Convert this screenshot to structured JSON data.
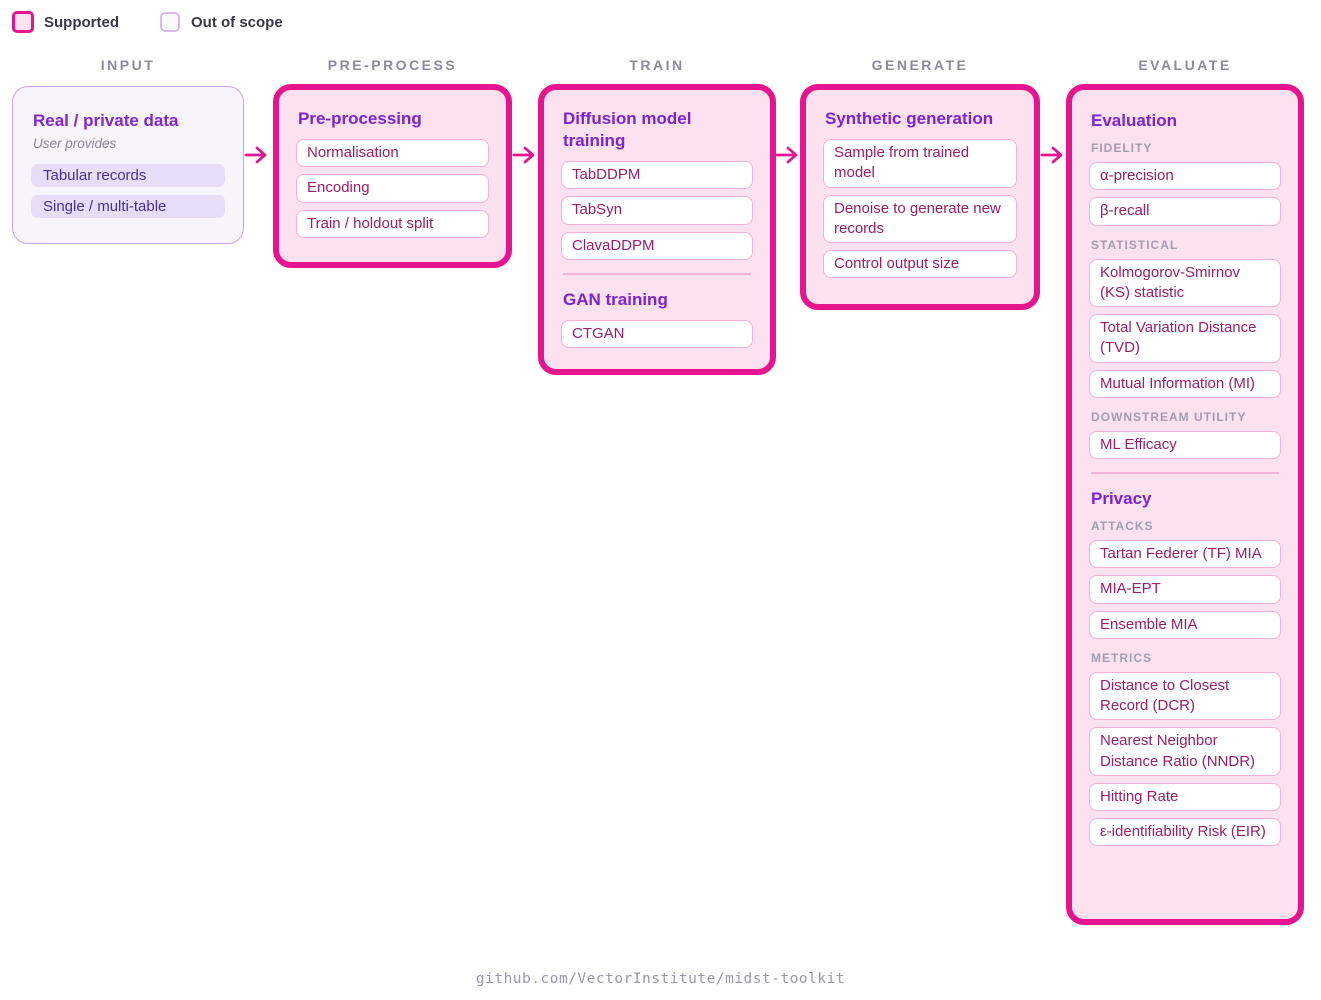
{
  "legend": {
    "supported_label": "Supported",
    "out_of_scope_label": "Out of scope"
  },
  "headers": [
    "INPUT",
    "PRE-PROCESS",
    "TRAIN",
    "GENERATE",
    "EVALUATE"
  ],
  "input_card": {
    "title": "Real / private data",
    "subtitle": "User provides",
    "chips": [
      "Tabular records",
      "Single / multi-table"
    ]
  },
  "preprocess_card": {
    "title": "Pre-processing",
    "items": [
      "Normalisation",
      "Encoding",
      "Train / holdout split"
    ]
  },
  "train_card": {
    "sections": [
      {
        "title": "Diffusion model training",
        "items": [
          "TabDDPM",
          "TabSyn",
          "ClavaDDPM"
        ]
      },
      {
        "title": "GAN training",
        "items": [
          "CTGAN"
        ]
      }
    ]
  },
  "generate_card": {
    "title": "Synthetic generation",
    "items": [
      "Sample from trained model",
      "Denoise to generate new records",
      "Control output size"
    ]
  },
  "evaluate_card": {
    "sections": [
      {
        "title": "Evaluation",
        "groups": [
          {
            "label": "FIDELITY",
            "items": [
              "α-precision",
              "β-recall"
            ]
          },
          {
            "label": "STATISTICAL",
            "items": [
              "Kolmogorov-Smirnov (KS) statistic",
              "Total Variation Distance (TVD)",
              "Mutual Information (MI)"
            ]
          },
          {
            "label": "DOWNSTREAM UTILITY",
            "items": [
              "ML Efficacy"
            ]
          }
        ]
      },
      {
        "title": "Privacy",
        "groups": [
          {
            "label": "ATTACKS",
            "items": [
              "Tartan Federer (TF) MIA",
              "MIA-EPT",
              "Ensemble MIA"
            ]
          },
          {
            "label": "METRICS",
            "items": [
              "Distance to Closest Record (DCR)",
              "Nearest Neighbor Distance Ratio (NNDR)",
              "Hitting Rate",
              "ε-identifiability Risk (EIR)"
            ]
          }
        ]
      }
    ]
  },
  "footer": {
    "url": "github.com/VectorInstitute/midst-toolkit"
  },
  "icons": {
    "arrow": "arrow-right-icon",
    "supported_swatch": "supported-checkbox-icon",
    "out_of_scope_swatch": "out-of-scope-checkbox-icon"
  },
  "colors": {
    "accent_magenta": "#e6148f",
    "card_pink_bg": "#fce1f1",
    "box_border_pink": "#f3b1d8",
    "box_text_magenta": "#9c1e66",
    "title_purple": "#7d23d3",
    "input_card_bg": "#f7f4fc",
    "input_card_border": "#c9a7e6",
    "chip_bg": "#e7ddf8",
    "chip_text": "#4b2f92",
    "muted_gray": "#8e8a9c"
  }
}
